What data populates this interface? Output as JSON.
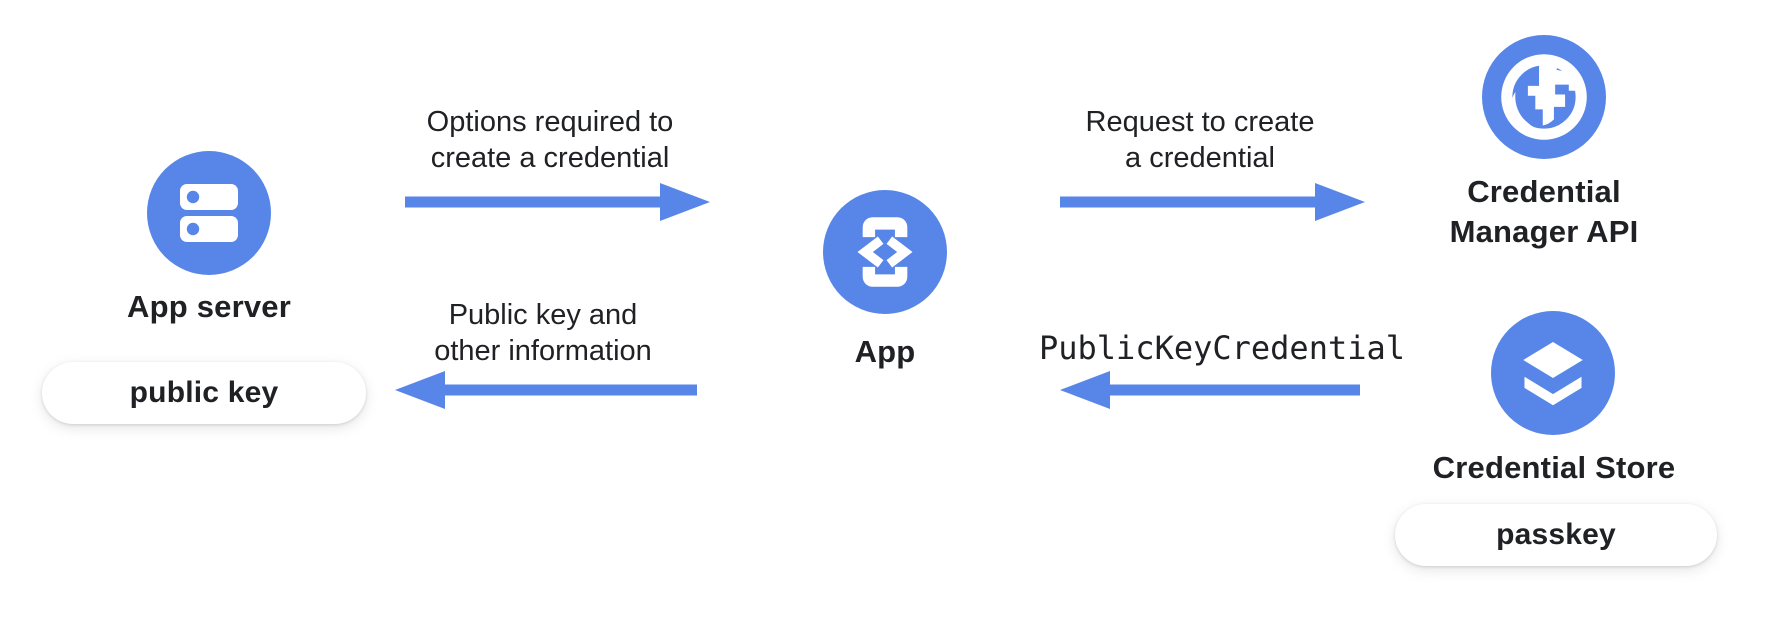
{
  "colors": {
    "accent_blue": "#5886E8",
    "text_dark": "#202124",
    "pill_bg": "#ffffff",
    "canvas_bg": "#ffffff"
  },
  "nodes": {
    "app_server": {
      "label": "App server",
      "icon": "server-icon"
    },
    "app": {
      "label": "App",
      "icon": "phone-code-icon"
    },
    "credential_manager_api": {
      "line1": "Credential",
      "line2": "Manager API",
      "icon": "globe-icon"
    },
    "credential_store": {
      "label": "Credential Store",
      "icon": "layers-icon"
    }
  },
  "pills": {
    "public_key": "public key",
    "passkey": "passkey"
  },
  "arrows": {
    "options": {
      "line1": "Options required to",
      "line2": "create a credential",
      "direction": "right"
    },
    "request": {
      "line1": "Request to create",
      "line2": "a credential",
      "direction": "right"
    },
    "public_key_credential": {
      "label": "PublicKeyCredential",
      "direction": "left"
    },
    "public_key_return": {
      "line1": "Public key and",
      "line2": "other information",
      "direction": "left"
    }
  }
}
